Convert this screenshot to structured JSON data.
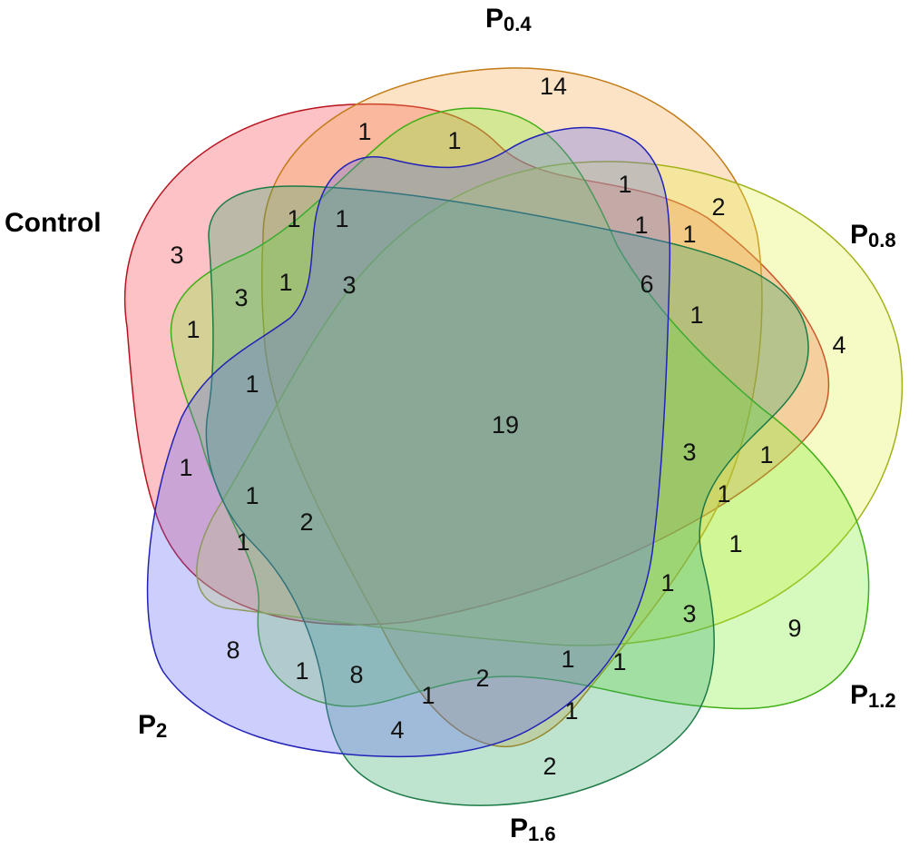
{
  "sets": [
    {
      "key": "control",
      "label": "Control",
      "sub": "",
      "fill": "#f5424f",
      "stroke": "#b8131d"
    },
    {
      "key": "p04",
      "label": "P",
      "sub": "0.4",
      "fill": "#f7a84a",
      "stroke": "#c27a16"
    },
    {
      "key": "p08",
      "label": "P",
      "sub": "0.8",
      "fill": "#e3f04a",
      "stroke": "#a2b21a"
    },
    {
      "key": "p12",
      "label": "P",
      "sub": "1.2",
      "fill": "#7ef032",
      "stroke": "#3fae14"
    },
    {
      "key": "p16",
      "label": "P",
      "sub": "1.6",
      "fill": "#36a86a",
      "stroke": "#1d7a45"
    },
    {
      "key": "p2",
      "label": "P",
      "sub": "2",
      "fill": "#5f66f2",
      "stroke": "#2222b8"
    }
  ],
  "counts": [
    {
      "value": "14"
    },
    {
      "value": "1"
    },
    {
      "value": "1"
    },
    {
      "value": "3"
    },
    {
      "value": "1"
    },
    {
      "value": "1"
    },
    {
      "value": "2"
    },
    {
      "value": "1"
    },
    {
      "value": "1"
    },
    {
      "value": "4"
    },
    {
      "value": "6"
    },
    {
      "value": "3"
    },
    {
      "value": "1"
    },
    {
      "value": "1"
    },
    {
      "value": "3"
    },
    {
      "value": "1"
    },
    {
      "value": "1"
    },
    {
      "value": "19"
    },
    {
      "value": "1"
    },
    {
      "value": "3"
    },
    {
      "value": "1"
    },
    {
      "value": "1"
    },
    {
      "value": "1"
    },
    {
      "value": "2"
    },
    {
      "value": "1"
    },
    {
      "value": "1"
    },
    {
      "value": "1"
    },
    {
      "value": "9"
    },
    {
      "value": "3"
    },
    {
      "value": "8"
    },
    {
      "value": "1"
    },
    {
      "value": "8"
    },
    {
      "value": "1"
    },
    {
      "value": "2"
    },
    {
      "value": "1"
    },
    {
      "value": "1"
    },
    {
      "value": "1"
    },
    {
      "value": "4"
    },
    {
      "value": "2"
    }
  ]
}
